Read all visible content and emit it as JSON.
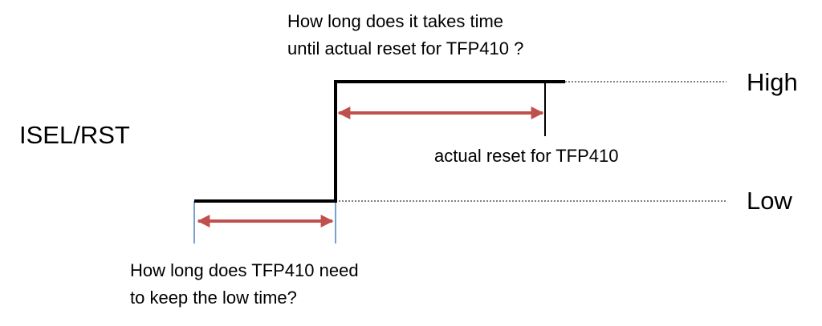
{
  "diagram": {
    "signal_name": "ISEL/RST",
    "levels": {
      "high": "High",
      "low": "Low"
    },
    "question_reset": {
      "line1": "How long does it takes time",
      "line2": "until actual reset for TFP410 ?"
    },
    "reset_label": "actual reset for TFP410",
    "question_low": {
      "line1": "How long does TFP410 need",
      "line2": "to keep the low time?"
    }
  },
  "colors": {
    "signal": "#000000",
    "arrow": "#c0504d",
    "marker_blue": "#4f81bd",
    "dotted": "#000000"
  }
}
